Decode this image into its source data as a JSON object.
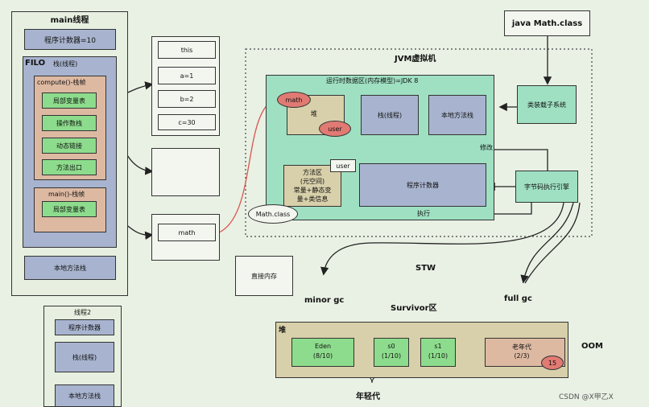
{
  "main_thread": {
    "title": "main线程",
    "pc": "程序计数器=10",
    "filo": "FILO",
    "stack_label": "栈(线程)",
    "compute_frame": "compute()-栈帧",
    "local_vars": "局部变量表",
    "operand_stack": "操作数栈",
    "dynamic_link": "动态链接",
    "method_exit": "方法出口",
    "main_frame": "main()-栈帧",
    "main_local_vars": "局部变量表",
    "native_stack": "本地方法栈"
  },
  "locals": [
    "this",
    "a=1",
    "b=2",
    "c=30"
  ],
  "math_var": "math",
  "direct_memory": "直接内存",
  "thread2": {
    "title": "线程2",
    "pc": "程序计数器",
    "stack": "栈(线程)",
    "native_stack": "本地方法栈"
  },
  "jvm": {
    "title": "JVM虚拟机",
    "runtime_area": "运行时数据区(内存模型)=JDK 8",
    "heap": "堆",
    "stack": "栈(线程)",
    "native_stack": "本地方法栈",
    "method_area_l1": "方法区",
    "method_area_l2": "(元空间)",
    "method_area_l3": "常量+静态变",
    "method_area_l4": "量+类信息",
    "pc": "程序计数器",
    "math_oval": "math",
    "user_oval": "user",
    "user_box": "user",
    "math_class": "Math.class",
    "modify": "修改",
    "execute": "执行"
  },
  "java_class": "java Math.class",
  "class_loader": "类装载子系统",
  "bytecode_engine": "字节码执行引擎",
  "stw": "STW",
  "minor_gc": "minor gc",
  "full_gc": "full gc",
  "survivor": "Survivor区",
  "heap_gen": {
    "title": "堆",
    "eden": "Eden",
    "eden_ratio": "(8/10)",
    "s0": "s0",
    "s0_ratio": "(1/10)",
    "s1": "s1",
    "s1_ratio": "(1/10)",
    "old": "老年代",
    "old_ratio": "(2/3)",
    "age": "15"
  },
  "oom": "OOM",
  "young_gen": "年轻代",
  "watermark": "CSDN @X甲乙X",
  "colors": {
    "green": "#8ddc8d",
    "teal": "#9fe0c2",
    "slate": "#a8b4cf",
    "frame": "#ddb9a2",
    "khaki": "#d8d0aa",
    "red": "#d9534f",
    "oval_red": "#e07a73"
  }
}
